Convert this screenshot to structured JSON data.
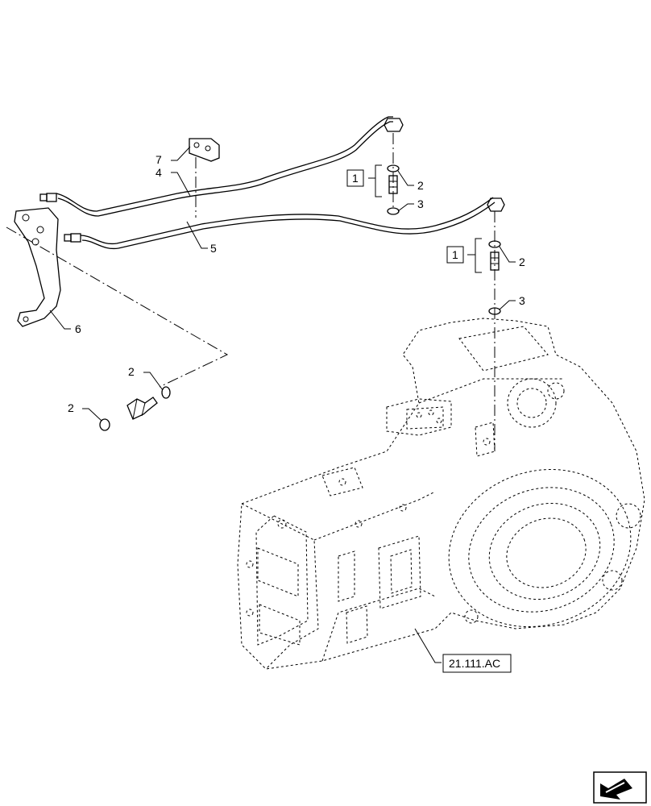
{
  "callouts": {
    "item_7": "7",
    "item_4": "4",
    "item_5": "5",
    "item_6": "6",
    "item_2_upper": "2",
    "item_3_upper": "3",
    "item_2_middle": "2",
    "item_3_middle": "3",
    "item_2_left_top": "2",
    "item_2_left_bottom": "2"
  },
  "kit_boxes": {
    "kit_upper": "1",
    "kit_middle": "1"
  },
  "reference": {
    "label": "21.111.AC"
  },
  "navigation": {
    "icon": "return-arrow-icon"
  }
}
